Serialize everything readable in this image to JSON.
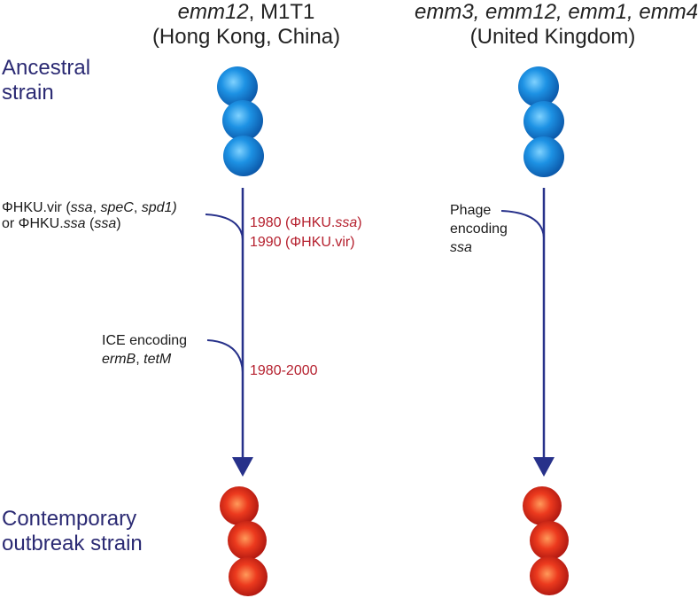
{
  "columns": [
    {
      "title_line1_italic": "emm12",
      "title_line1_rest": ", M1T1",
      "title_line2": "(Hong Kong, China)"
    },
    {
      "title_line1_italic": "emm3, emm12, emm1, emm4",
      "title_line1_rest": "",
      "title_line2": "(United Kingdom)"
    }
  ],
  "rows": {
    "ancestral_line1": "Ancestral",
    "ancestral_line2": "strain",
    "contemporary_line1": "Contemporary",
    "contemporary_line2": "outbreak strain"
  },
  "left_events": {
    "phage": {
      "phi": "Φ",
      "line1_a": "HKU.vir (",
      "line1_b": "ssa",
      "line1_c": ", ",
      "line1_d": "speC",
      "line1_e": ", ",
      "line1_f": "spd1)",
      "line2_a": "or ",
      "line2_phi": "Φ",
      "line2_b": "HKU.",
      "line2_c": "ssa",
      "line2_d": " (",
      "line2_e": "ssa",
      "line2_f": ")"
    },
    "phage_dates": {
      "d1_a": "1980 (",
      "d1_phi": "Φ",
      "d1_b": "HKU.",
      "d1_c": "ssa",
      "d1_d": ")",
      "d2_a": "1990 (",
      "d2_phi": "Φ",
      "d2_b": "HKU.vir)"
    },
    "ice": {
      "line1": "ICE encoding",
      "line2_a": "ermB",
      "line2_b": ", ",
      "line2_c": "tetM"
    },
    "ice_date": "1980-2000"
  },
  "right_events": {
    "phage_line1": "Phage",
    "phage_line2": "encoding",
    "phage_line3": "ssa"
  },
  "colors": {
    "arrow": "#27318a",
    "ancestral_cell": "#1a8fe0",
    "contemporary_cell": "#e52a22",
    "date_text": "#b5202e",
    "row_label": "#2b2a73"
  }
}
